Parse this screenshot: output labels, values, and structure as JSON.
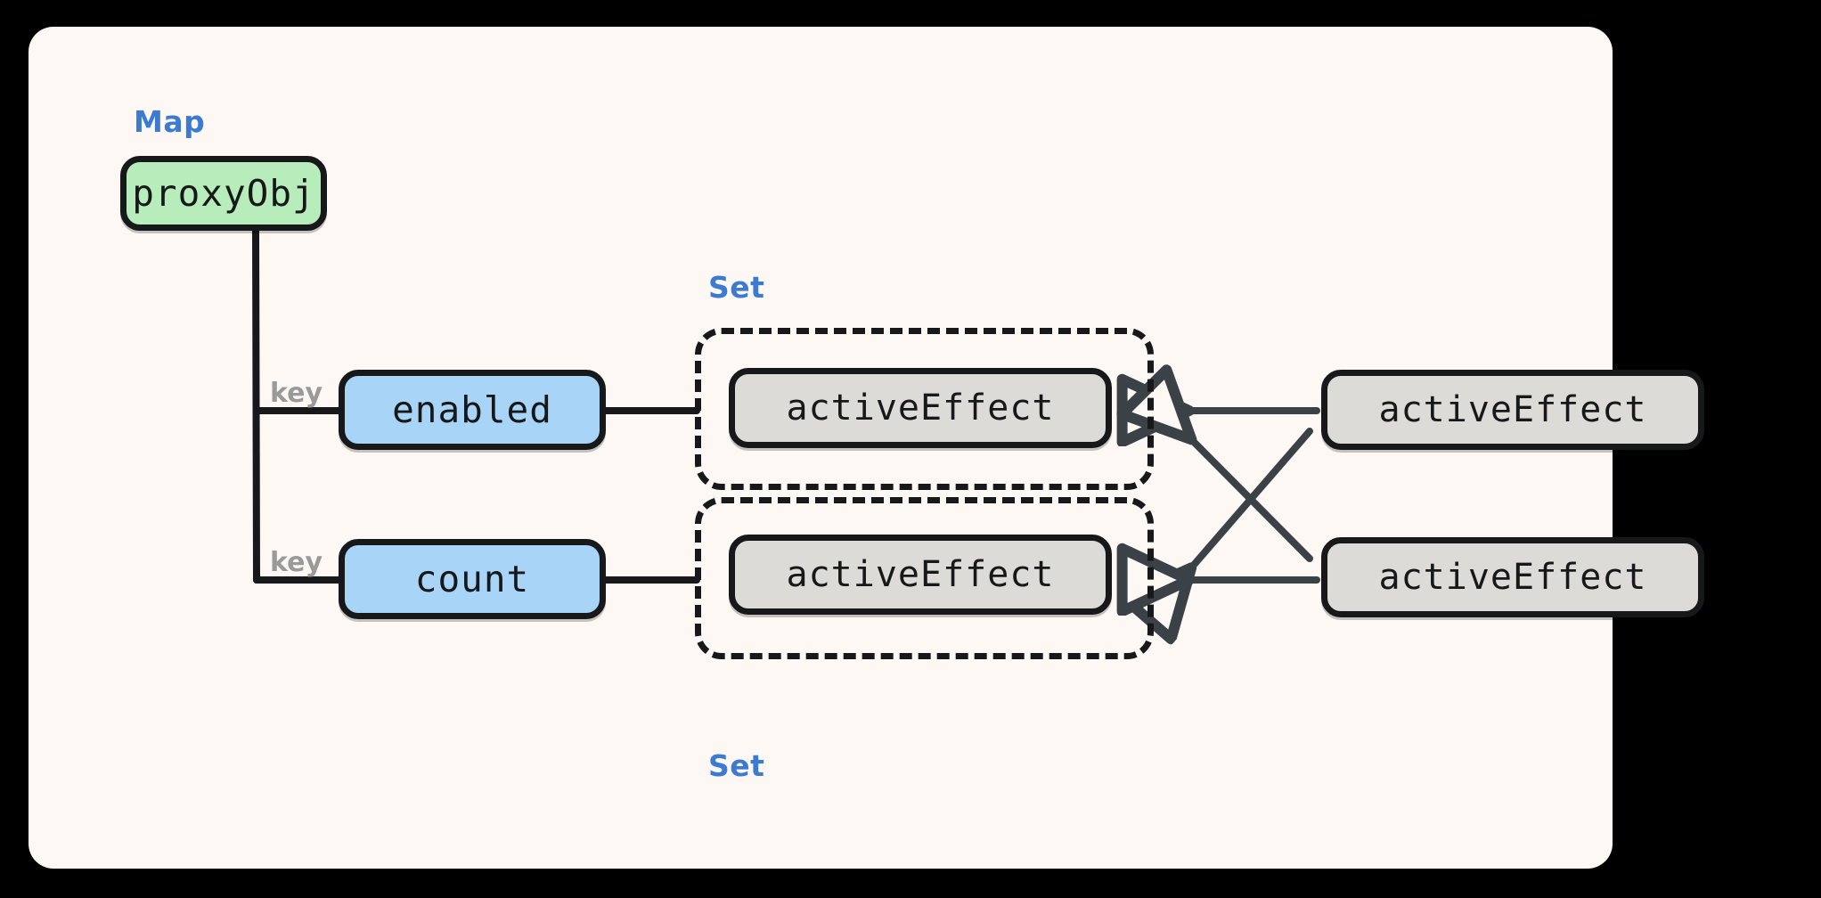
{
  "canvas": {
    "background_color": "#fdf8f3",
    "frame_color": "#000000"
  },
  "palette": {
    "accent_blue": "#3d7bd0",
    "node_green": "#b7edba",
    "node_blue": "#a8d5f7",
    "node_gray": "#dddbd7",
    "stroke_black": "#17181a",
    "arrow_slate": "#3a4248",
    "label_gray": "#9a9a9a"
  },
  "diagram": {
    "type_labels": {
      "map": "Map",
      "set_top": "Set",
      "set_bottom": "Set"
    },
    "target_node": {
      "label": "proxyObj"
    },
    "keys": [
      {
        "label": "enabled",
        "edge_label": "key"
      },
      {
        "label": "count",
        "edge_label": "key"
      }
    ],
    "set_members": {
      "top": [
        {
          "label": "activeEffect"
        }
      ],
      "bottom": [
        {
          "label": "activeEffect"
        }
      ]
    },
    "effects": [
      {
        "label": "activeEffect"
      },
      {
        "label": "activeEffect"
      }
    ]
  }
}
